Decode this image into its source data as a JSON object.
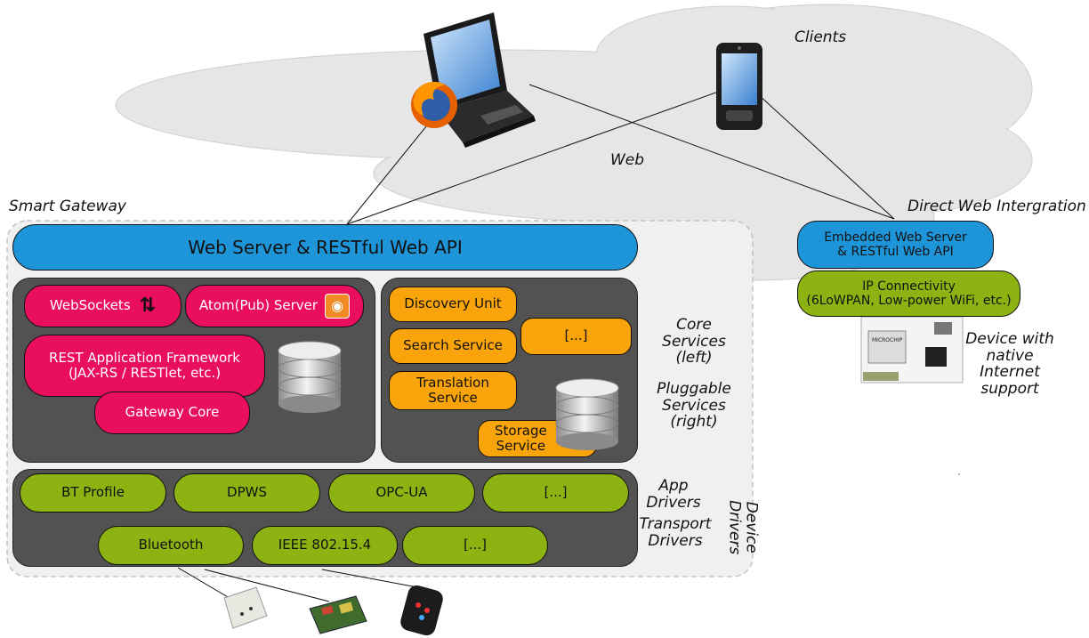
{
  "labels": {
    "clients": "Clients",
    "web": "Web",
    "smart_gateway": "Smart Gateway",
    "direct_web": "Direct Web Intergration",
    "core_services": "Core\nServices\n(left)",
    "pluggable_services": "Pluggable\nServices\n(right)",
    "app_drivers": "App\nDrivers",
    "transport_drivers": "Transport\nDrivers",
    "device_drivers": "Device\nDrivers",
    "device_native": "Device with\nnative\nInternet\nsupport"
  },
  "gateway": {
    "web_api": "Web Server & RESTful Web API",
    "core": {
      "websockets": "WebSockets",
      "atompub": "Atom(Pub) Server",
      "rest_framework": "REST Application Framework\n(JAX-RS / RESTlet, etc.)",
      "gateway_core": "Gateway Core"
    },
    "pluggable": {
      "discovery": "Discovery Unit",
      "search": "Search Service",
      "ellipsis": "[...]",
      "translation": "Translation\nService",
      "storage": "Storage\nService"
    },
    "app_drivers": [
      "BT Profile",
      "DPWS",
      "OPC-UA",
      "[...]"
    ],
    "transport_drivers": [
      "Bluetooth",
      "IEEE 802.15.4",
      "[...]"
    ]
  },
  "direct": {
    "embedded": "Embedded Web Server\n& RESTful Web API",
    "ip": "IP Connectivity\n(6LoWPAN, Low-power WiFi, etc.)",
    "chip_text": "MICROCHIP"
  },
  "colors": {
    "pink": "#ea0e5f",
    "orange": "#f9a40a",
    "green": "#8db313",
    "blue": "#1e95d8",
    "panel": "#525252",
    "cloud": "#e6e6e6"
  },
  "icons": [
    "laptop-icon",
    "firefox-icon",
    "smartphone-icon",
    "websocket-icon",
    "rss-icon",
    "database-icon",
    "sensor-device-icon",
    "circuit-board-icon",
    "sun-spot-icon",
    "microchip-board-icon"
  ]
}
